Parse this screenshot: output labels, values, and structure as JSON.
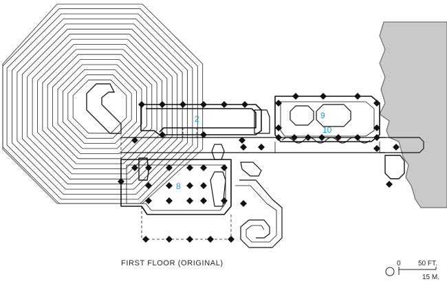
{
  "plan": {
    "title": "FIRST FLOOR (ORIGINAL)",
    "room_labels": [
      {
        "id": "room-2",
        "text": "2"
      },
      {
        "id": "room-8",
        "text": "8"
      },
      {
        "id": "room-9",
        "text": "9"
      },
      {
        "id": "room-10",
        "text": "10"
      }
    ],
    "label_color": "#1a9ad6",
    "wall_color": "#111111",
    "water_color": "#c9c9c9"
  },
  "scale_bar": {
    "zero": "0",
    "feet": "50 FT.",
    "meters": "15 M."
  }
}
